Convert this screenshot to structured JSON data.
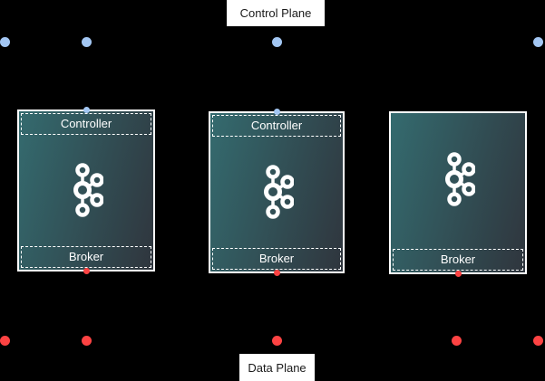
{
  "labels": {
    "control_plane": "Control Plane",
    "data_plane": "Data Plane"
  },
  "nodes": [
    {
      "role_top": "Controller",
      "role_bottom": "Broker",
      "icon": "kafka-logo"
    },
    {
      "role_top": "Controller",
      "role_bottom": "Broker",
      "icon": "kafka-logo"
    },
    {
      "role_bottom": "Broker",
      "icon": "kafka-logo"
    }
  ],
  "connection_dots": {
    "control_plane_row": {
      "color_name": "light-blue",
      "count": 4
    },
    "data_plane_row": {
      "color_name": "red",
      "count": 5
    }
  },
  "colors": {
    "background": "#000000",
    "controller_dot": "#a3c7f3",
    "broker_dot": "#fd4343",
    "node_gradient_start": "#346b6f",
    "node_gradient_end": "#2f353d",
    "node_border": "#ffffff",
    "node_text": "#ffffff",
    "label_background": "#ffffff",
    "label_text": "#1a1a1a"
  }
}
